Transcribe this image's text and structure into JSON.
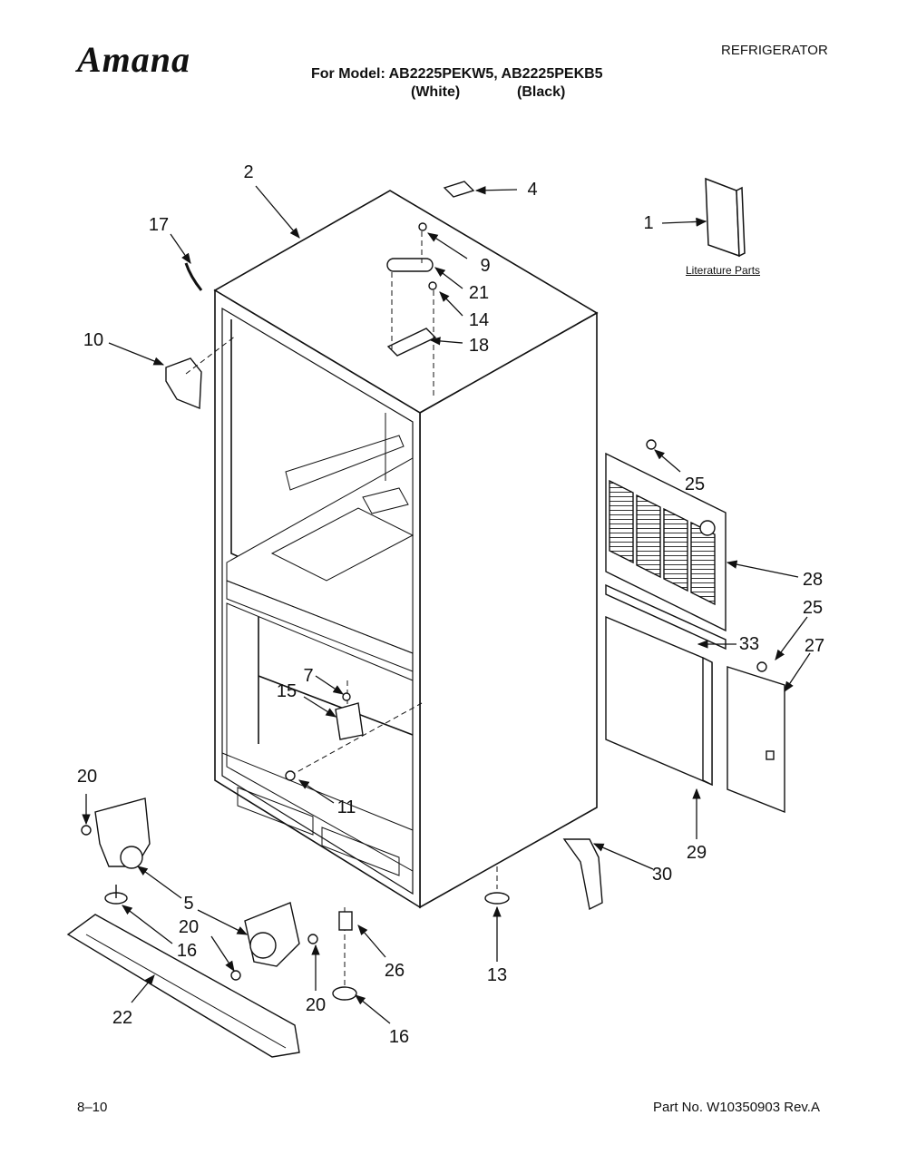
{
  "header": {
    "brand": "Amana",
    "category": "REFRIGERATOR",
    "model_line": "For Model: AB2225PEKW5, AB2225PEKB5",
    "color_white": "(White)",
    "color_black": "(Black)"
  },
  "literature_label": "Literature Parts",
  "callouts": {
    "c1": "1",
    "c2": "2",
    "c4": "4",
    "c5": "5",
    "c7": "7",
    "c9": "9",
    "c10": "10",
    "c11": "11",
    "c13": "13",
    "c14": "14",
    "c15": "15",
    "c16a": "16",
    "c16b": "16",
    "c17": "17",
    "c18": "18",
    "c20a": "20",
    "c20b": "20",
    "c20c": "20",
    "c21": "21",
    "c22": "22",
    "c25a": "25",
    "c25b": "25",
    "c26": "26",
    "c27": "27",
    "c28": "28",
    "c29": "29",
    "c30": "30",
    "c33": "33"
  },
  "footer": {
    "date": "8–10",
    "part_number": "Part No. W10350903 Rev.A"
  }
}
